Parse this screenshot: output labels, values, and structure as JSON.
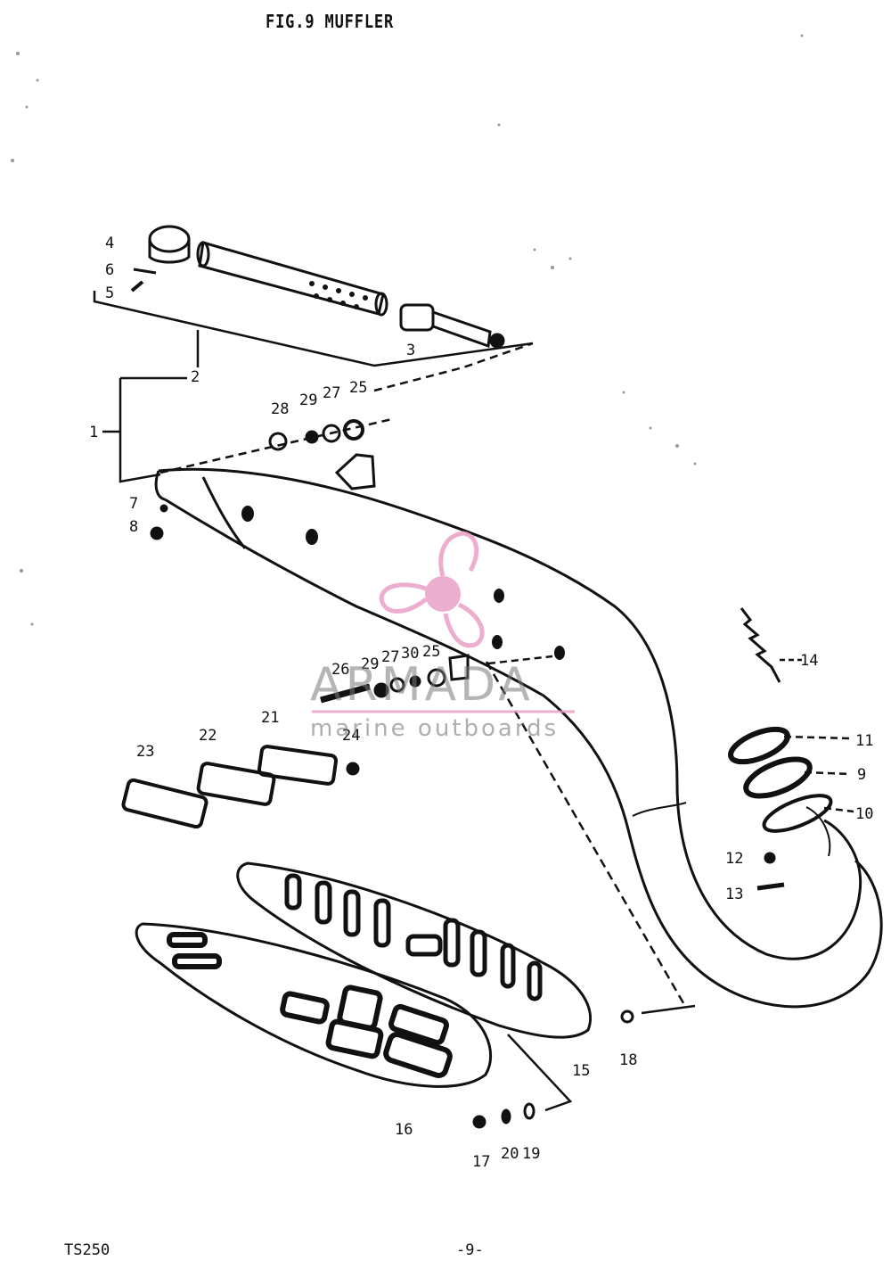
{
  "title": "FIG.9  MUFFLER",
  "footer": {
    "model": "TS250",
    "page": "-9-"
  },
  "watermark": {
    "name": "ARMADA",
    "tagline": "marine outboards",
    "color": "#e89ac2"
  },
  "callouts": [
    "1",
    "2",
    "3",
    "4",
    "5",
    "6",
    "7",
    "8",
    "9",
    "10",
    "11",
    "12",
    "13",
    "14",
    "15",
    "16",
    "17",
    "18",
    "19",
    "20",
    "21",
    "22",
    "23",
    "24",
    "25",
    "25",
    "26",
    "27",
    "27",
    "28",
    "29",
    "29",
    "30"
  ]
}
